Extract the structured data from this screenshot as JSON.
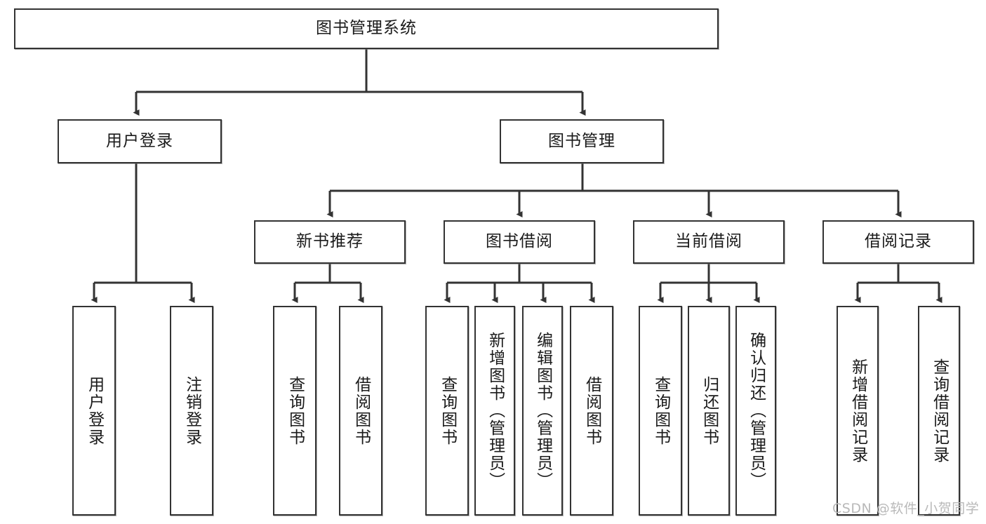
{
  "diagram": {
    "title": "图书管理系统",
    "type": "tree-hierarchy",
    "watermark": "CSDN @软件_小贺同学",
    "colors": {
      "background": "#ffffff",
      "box_border": "#333333",
      "box_fill": "#ffffff",
      "connector": "#333333",
      "watermark": "#b9b9b9"
    },
    "root": {
      "label": "图书管理系统"
    },
    "level2": [
      {
        "label": "用户登录"
      },
      {
        "label": "图书管理"
      }
    ],
    "level3": [
      {
        "label": "新书推荐"
      },
      {
        "label": "图书借阅"
      },
      {
        "label": "当前借阅"
      },
      {
        "label": "借阅记录"
      }
    ],
    "leaves": {
      "user_login": [
        {
          "label": "用户登录"
        },
        {
          "label": "注销登录"
        }
      ],
      "new_book_recommend": [
        {
          "label": "查询图书"
        },
        {
          "label": "借阅图书"
        }
      ],
      "book_borrow": [
        {
          "label": "查询图书"
        },
        {
          "label": "新增图书（管理员）"
        },
        {
          "label": "编辑图书（管理员）"
        },
        {
          "label": "借阅图书"
        }
      ],
      "current_borrow": [
        {
          "label": "查询图书"
        },
        {
          "label": "归还图书"
        },
        {
          "label": "确认归还（管理员）"
        }
      ],
      "borrow_record": [
        {
          "label": "新增借阅记录"
        },
        {
          "label": "查询借阅记录"
        }
      ]
    }
  }
}
